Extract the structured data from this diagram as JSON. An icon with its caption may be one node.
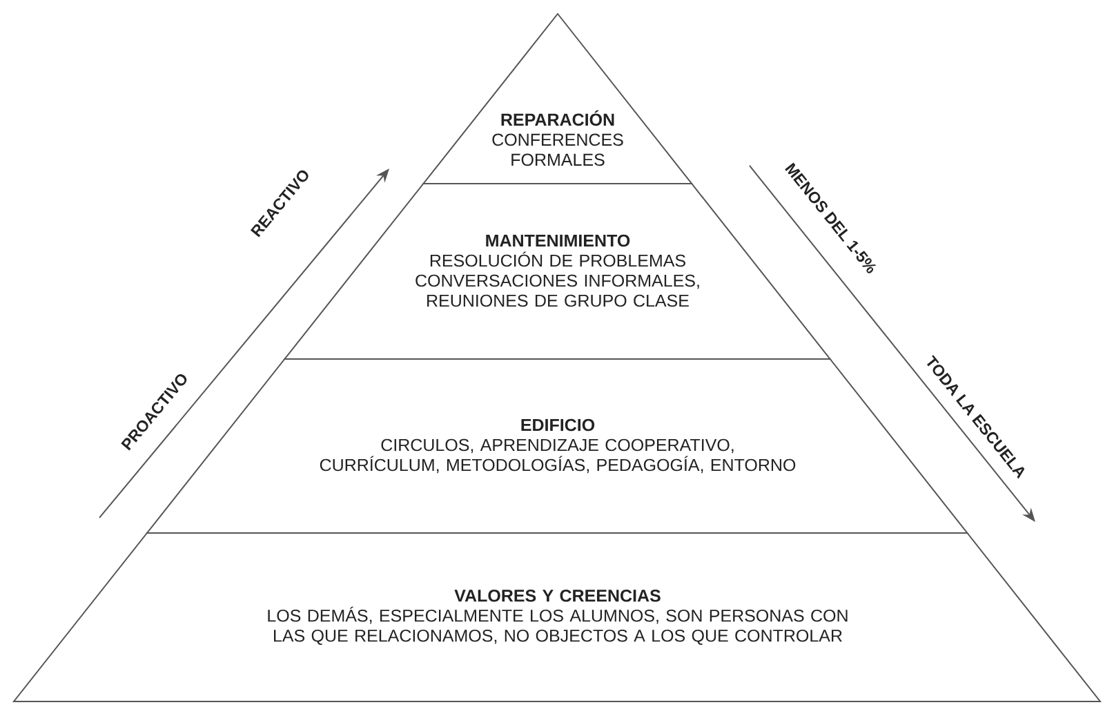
{
  "diagram": {
    "nodes": [
      {
        "text": [
          "REPARACIÓN",
          "CONFERENCES FORMALES"
        ]
      },
      {
        "text": [
          "MANTENIMIENTO",
          "RESOLUCIÓN DE PROBLEMAS CONVERSACIONES INFORMALES, REUNIONES DE GRUPO CLASE"
        ]
      },
      {
        "text": [
          "EDIFICIO",
          "CIRCULOS, APRENDIZAJE COOPERATIVO, CURRÍCULUM, METODOLOGÍAS, PEDAGOGÍA, ENTORNO"
        ]
      },
      {
        "text": [
          "VALORES Y CREENCIAS",
          "LOS DEMÁS, ESPECIALMENTE LOS ALUMNOS, SON PERSONAS CON LAS QUE RELACIONAMOS, NO OBJECTOS A LOS QUE CONTROLAR"
        ]
      }
    ],
    "labels": [
      "PROACTIVO",
      "REACTIVO",
      "MENOS DEL 1-5%",
      "TODA LA ESCUELA"
    ]
  }
}
